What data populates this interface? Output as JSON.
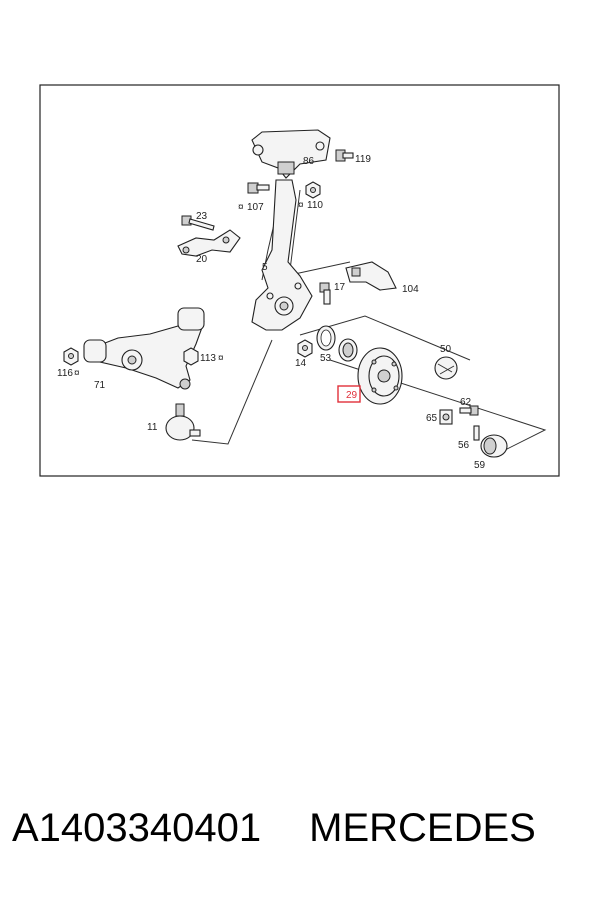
{
  "part_number": "A1403340401",
  "brand": "MERCEDES",
  "highlighted_callout": "29",
  "highlight_color": "#e0303a",
  "callouts": {
    "c86": "86",
    "c119": "119",
    "c107": "107",
    "c110": "110",
    "c23": "23",
    "c20": "20",
    "c5": "5",
    "c17": "17",
    "c104": "104",
    "c116": "116",
    "c71": "71",
    "c113": "113",
    "c14": "14",
    "c53": "53",
    "c50": "50",
    "c62": "62",
    "c65": "65",
    "c56": "56",
    "c59": "59",
    "c11": "11"
  },
  "symbol": "¤"
}
